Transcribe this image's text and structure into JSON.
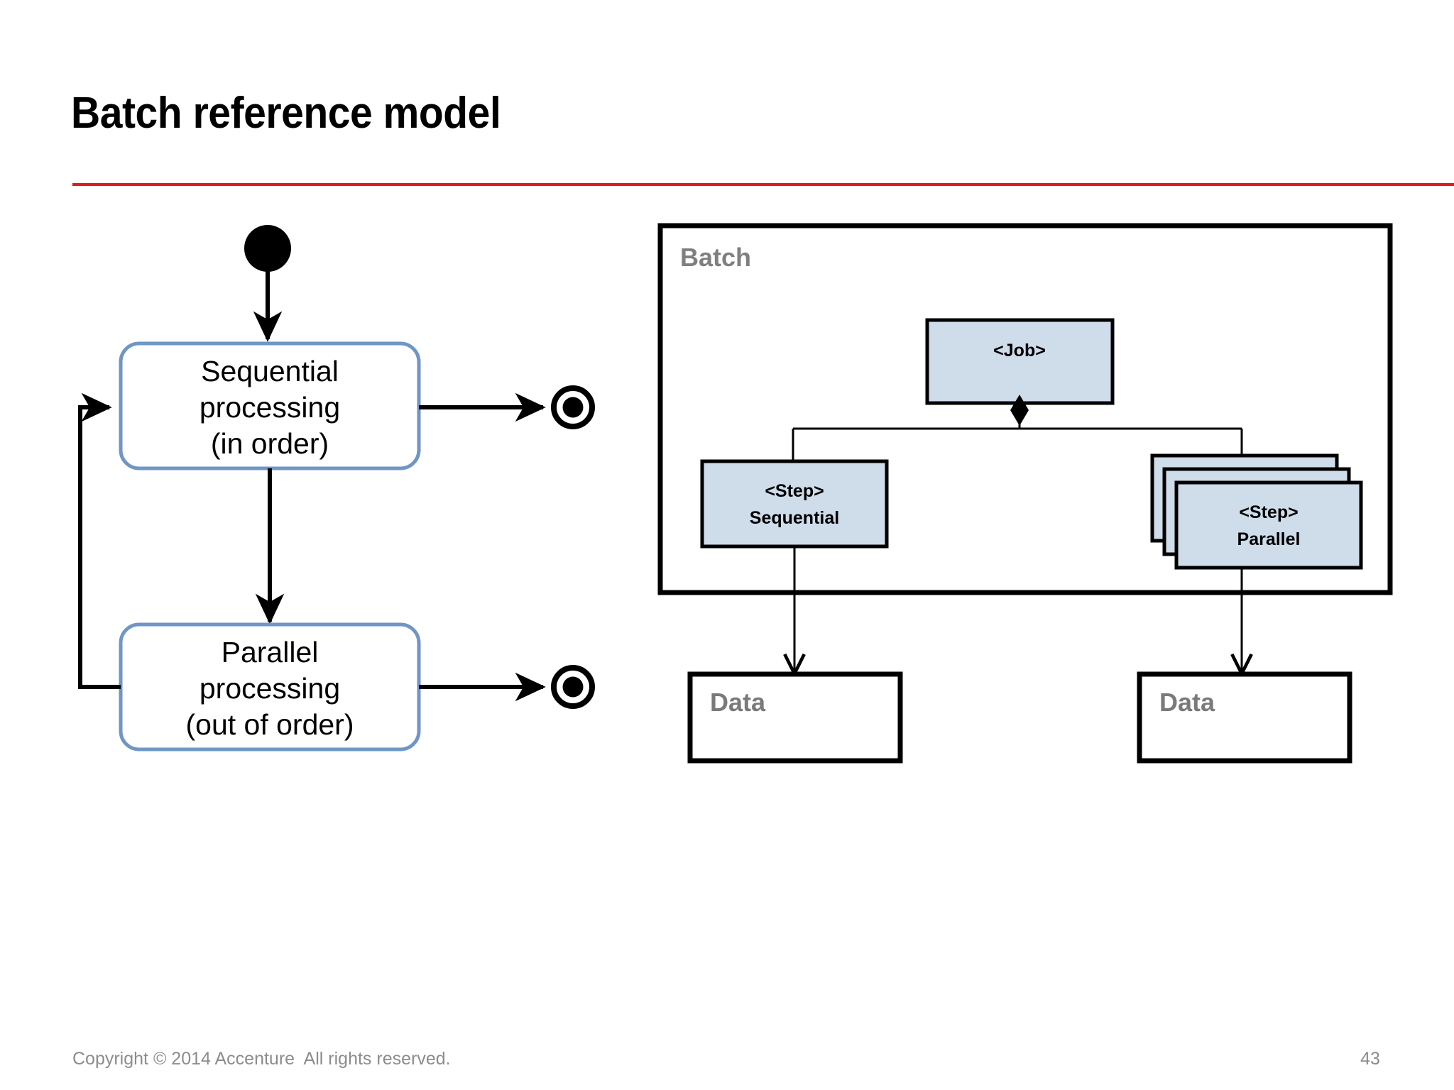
{
  "slide": {
    "title": "Batch reference model",
    "accent_rule_color": "#e11b1b",
    "background": "#ffffff"
  },
  "footer": {
    "copyright": "Copyright © 2014 Accenture  All rights reserved.",
    "page_number": "43",
    "text_color": "#8c8c8c"
  },
  "state_machine": {
    "name": "state-machine-diagram",
    "node_colors": {
      "state_border": "#6f96c4",
      "state_fill": "#ffffff",
      "terminal": "#000000"
    },
    "start_node": "start-node",
    "states": [
      {
        "id": "sequential-processing-state",
        "line1": "Sequential",
        "line2": "processing",
        "line3": "(in order)"
      },
      {
        "id": "parallel-processing-state",
        "line1": "Parallel",
        "line2": "processing",
        "line3": "(out of order)"
      }
    ],
    "final_nodes": [
      "final-node-sequential",
      "final-node-parallel"
    ]
  },
  "class_diagram": {
    "frame_label": "Batch",
    "frame_label_color": "#7f7f7f",
    "uml_fill": "#cfdcea",
    "uml_border": "#000000",
    "nodes": {
      "job": {
        "label": "<Job>"
      },
      "step_sequential": {
        "line1": "<Step>",
        "line2": "Sequential"
      },
      "step_parallel": {
        "line1": "<Step>",
        "line2": "Parallel",
        "stacked_copies": 3
      },
      "data_left": {
        "label": "Data"
      },
      "data_right": {
        "label": "Data"
      }
    }
  }
}
